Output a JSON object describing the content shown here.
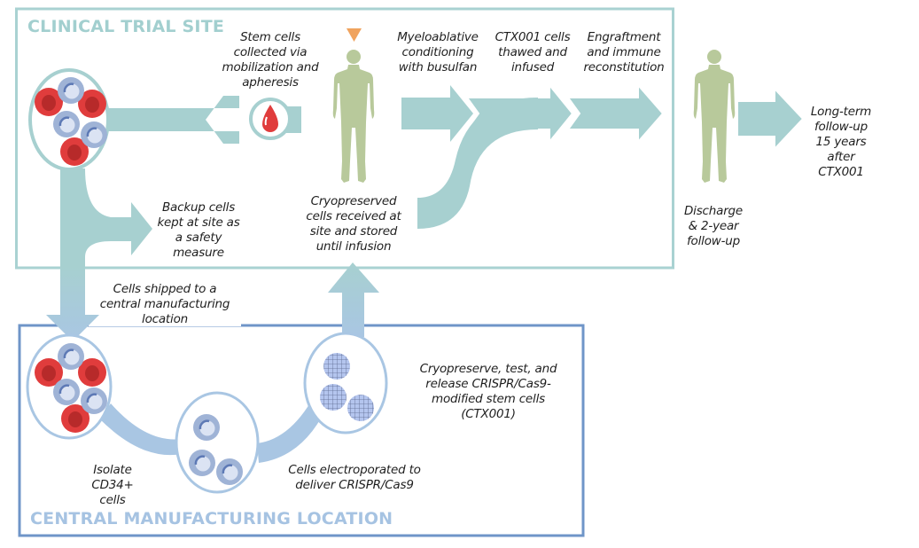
{
  "colors": {
    "teal": "#a7d0d0",
    "teal_border": "#a9d2d2",
    "blue": "#a9c6e3",
    "blue_border": "#6f95c8",
    "red_cell": "#e03c3c",
    "blue_cell": "#9fb3d6",
    "figure": "#b8c99b",
    "marker": "#f0a35e"
  },
  "sections": {
    "clinical": "CLINICAL TRIAL SITE",
    "manufacturing": "CENTRAL MANUFACTURING LOCATION"
  },
  "steps": {
    "stem_cells": "Stem cells\ncollected via\nmobilization and\napheresis",
    "myeloablative": "Myeloablative\nconditioning\nwith busulfan",
    "thawed": "CTX001 cells\nthawed and\ninfused",
    "engraftment": "Engraftment\nand immune\nreconstitution",
    "discharge": "Discharge\n& 2-year\nfollow-up",
    "long_term": "Long-term\nfollow-up\n15 years\nafter\nCTX001",
    "backup": "Backup cells\nkept at site as\na safety\nmeasure",
    "cryo_received": "Cryopreserved\ncells received at\nsite and stored\nuntil infusion",
    "shipped": "Cells shipped to a\ncentral manufacturing\nlocation",
    "isolate": "Isolate\nCD34+\ncells",
    "electroporated": "Cells electroporated to\ndeliver CRISPR/Cas9",
    "cryopreserve_release": "Cryopreserve, test, and\nrelease CRISPR/Cas9-\nmodified stem cells\n(CTX001)"
  },
  "icons": {
    "blood_drop": "blood-drop-icon",
    "patient": "human-figure-icon",
    "marker": "triangle-marker-icon"
  }
}
